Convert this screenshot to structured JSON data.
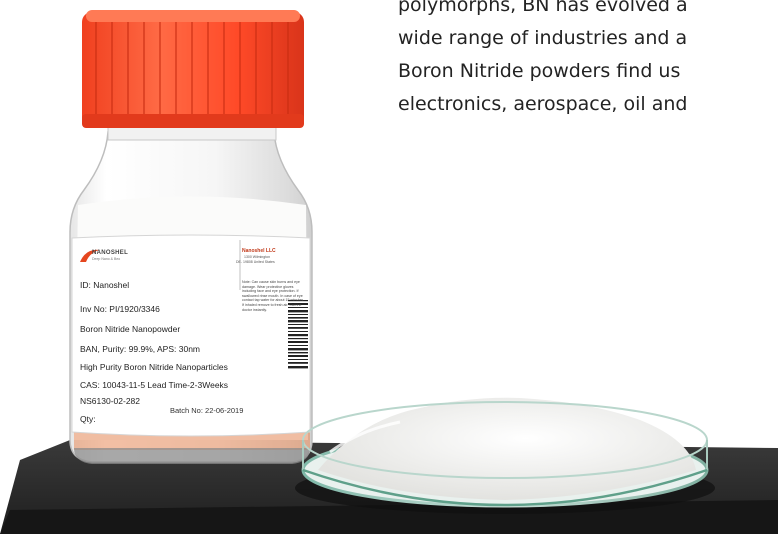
{
  "text_block": {
    "lines": [
      "polymorphs, BN has evolved a",
      "wide range of industries and a",
      "Boron Nitride powders find us",
      "electronics, aerospace, oil and"
    ]
  },
  "bottle_label": {
    "brand": "NANOSHEL",
    "brand_tagline": "Deep Nano & Beo",
    "company": "Nanoshel LLC",
    "address_1": "1300 Wilmington",
    "address_2": "DE- 19808 United States",
    "lines": [
      "ID: Nanoshel",
      "Inv No: PI/1920/3346",
      "Boron Nitride Nanopowder",
      "BAN, Purity: 99.9%, APS: 30nm",
      "High Purity Boron Nitride Nanoparticles",
      "CAS: 10043-11-5 Lead Time-2-3Weeks",
      "NS6130-02-282",
      "Qty:"
    ],
    "batch": "Batch No: 22-06-2019",
    "note": "Note: Can cause skin burns and eye damage. Wear protective gloves including face and eye protection. If swallowed rinse mouth. In case of eye contact tap water for about 15 minutes. If inhaled remove to fresh air. Call the doctor instantly."
  },
  "colors": {
    "cap": "#ff4422",
    "text": "#232323",
    "backdrop": "#2b2b2b",
    "powder": "#f4f4f2"
  }
}
